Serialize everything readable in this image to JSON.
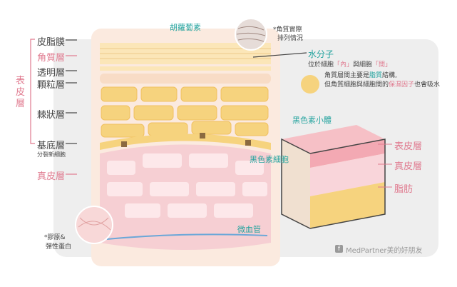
{
  "left_labels": {
    "sebum": "皮脂膜",
    "stratum_corneum": "角質層",
    "stratum_lucidum": "透明層",
    "stratum_granulosum": "顆粒層",
    "stratum_spinosum": "棘狀層",
    "stratum_basale": "基底層",
    "basale_note": "分裂新細胞",
    "dermis": "真皮層",
    "epidermis": "表皮層"
  },
  "annotations": {
    "carotene": "胡蘿蔔素",
    "corneum_note_1": "*角質實際",
    "corneum_note_2": "排列情況",
    "water": "水分子",
    "water_desc_1": "位於細胞",
    "inside": "「內」",
    "water_desc_2": "與細胞",
    "between": "「間」",
    "lipid_line_a": "角質層間主要是",
    "lipid": "脂質",
    "lipid_line_b": "結構,",
    "nmf_line_a": "但角質細胞與細胞間的",
    "nmf": "保濕因子",
    "nmf_line_b": "也會吸水",
    "melanosome": "黑色素小體",
    "melanocyte": "黑色素細胞",
    "capillary": "微血管",
    "collagen_1": "*膠原&",
    "collagen_2": "彈性蛋白"
  },
  "block_labels": {
    "epidermis": "表皮層",
    "dermis": "真皮層",
    "fat": "脂肪"
  },
  "watermark": {
    "icon": "facebook-icon",
    "text": "MedPartner美的好朋友"
  },
  "colors": {
    "accent_pink": "#e07a8f",
    "teal": "#23a39e",
    "cell_yellow": "#f6d37e",
    "dermis_pink": "#f6cfd3"
  }
}
